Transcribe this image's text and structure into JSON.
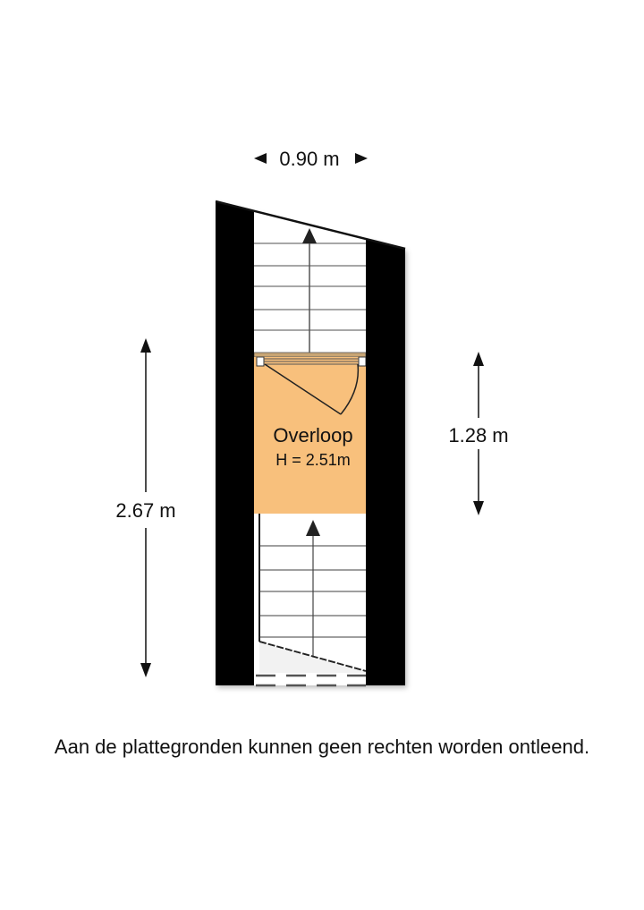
{
  "plan": {
    "room": {
      "name": "Overloop",
      "height_label": "H = 2.51m",
      "fill_color": "#F8C07C"
    },
    "dimensions": {
      "width_top": "0.90 m",
      "height_left": "2.67 m",
      "height_right": "1.28 m"
    },
    "colors": {
      "wall": "#000000",
      "stair_line": "#7a7a7a",
      "threshold": "#c8a574"
    },
    "stairs": [
      {
        "id": "upper-stair",
        "direction": "up",
        "steps": 6
      },
      {
        "id": "lower-stair",
        "direction": "up",
        "steps": 6
      }
    ]
  },
  "disclaimer": "Aan de plattegronden kunnen geen rechten worden ontleend."
}
